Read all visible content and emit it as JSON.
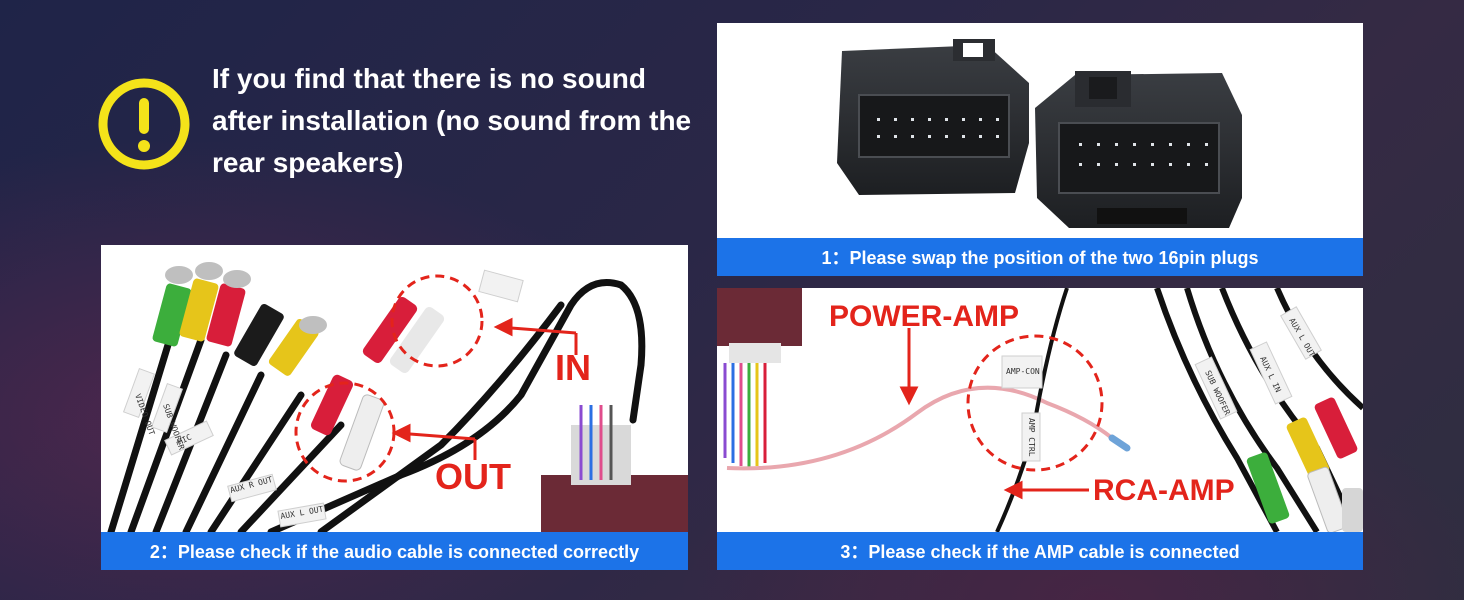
{
  "headline": "If you find that there is no sound after installation (no sound from the rear speakers)",
  "warning_icon": "exclamation-circle-icon",
  "colors": {
    "accent_yellow": "#f4e31a",
    "caption_blue": "#1c73e8",
    "callout_red": "#e3241b"
  },
  "steps": [
    {
      "caption": "1：Please swap the position of the two 16pin plugs"
    },
    {
      "caption": "2：Please check if the audio cable is connected correctly",
      "labels": {
        "in": "IN",
        "out": "OUT"
      },
      "cable_tags": [
        "SUB WOOFER",
        "VIDEO OUT",
        "MIC",
        "AUX R OUT",
        "AUX L OUT"
      ]
    },
    {
      "caption": "3：Please check if the AMP cable is connected",
      "labels": {
        "power_amp": "POWER-AMP",
        "rca_amp": "RCA-AMP"
      },
      "cable_tags": [
        "AMP CTRL",
        "AMP-CON",
        "SUB WOOFER",
        "AUX L IN",
        "AUX L OUT"
      ]
    }
  ]
}
